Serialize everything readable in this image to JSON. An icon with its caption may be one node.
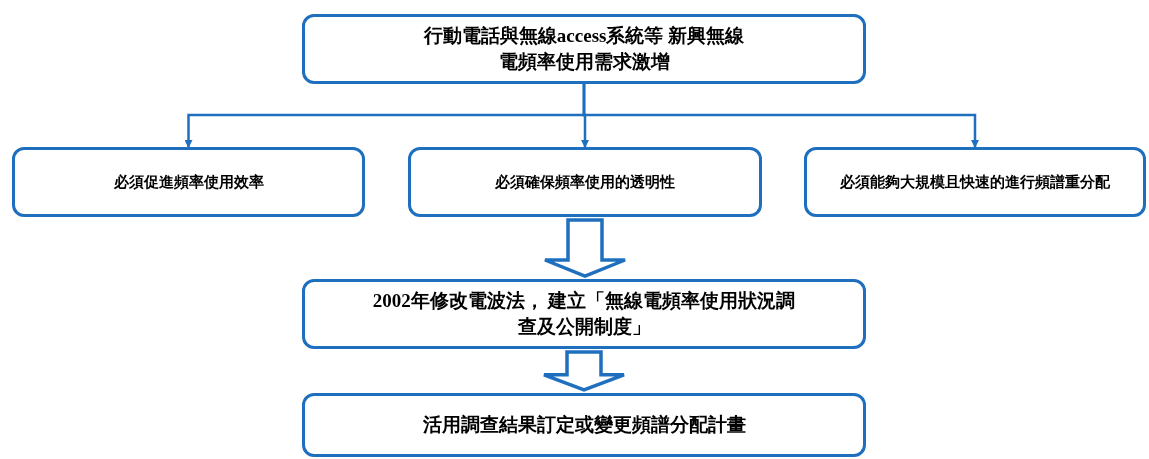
{
  "diagram": {
    "nodes": [
      {
        "text": [
          "行動電話與無線access系統等 新興無線電頻率使用需求激增"
        ]
      },
      {
        "text": [
          "必須促進頻率使用效率"
        ]
      },
      {
        "text": [
          "必須確保頻率使用的透明性"
        ]
      },
      {
        "text": [
          "必須能夠大規模且快速的進行頻譜重分配"
        ]
      },
      {
        "text": [
          "2002年修改電波法， 建立「無線電頻率使用狀況調查及公開制度」"
        ]
      },
      {
        "text": [
          "活用調查結果訂定或變更頻譜分配計畫"
        ]
      }
    ],
    "edges": [
      {
        "from": 0,
        "to": 1,
        "arrow": "to"
      },
      {
        "from": 0,
        "to": 2,
        "arrow": "to"
      },
      {
        "from": 0,
        "to": 3,
        "arrow": "to"
      },
      {
        "from": 2,
        "to": 4,
        "arrow": "to",
        "style": "thick"
      },
      {
        "from": 4,
        "to": 5,
        "arrow": "to",
        "style": "thick"
      }
    ]
  }
}
